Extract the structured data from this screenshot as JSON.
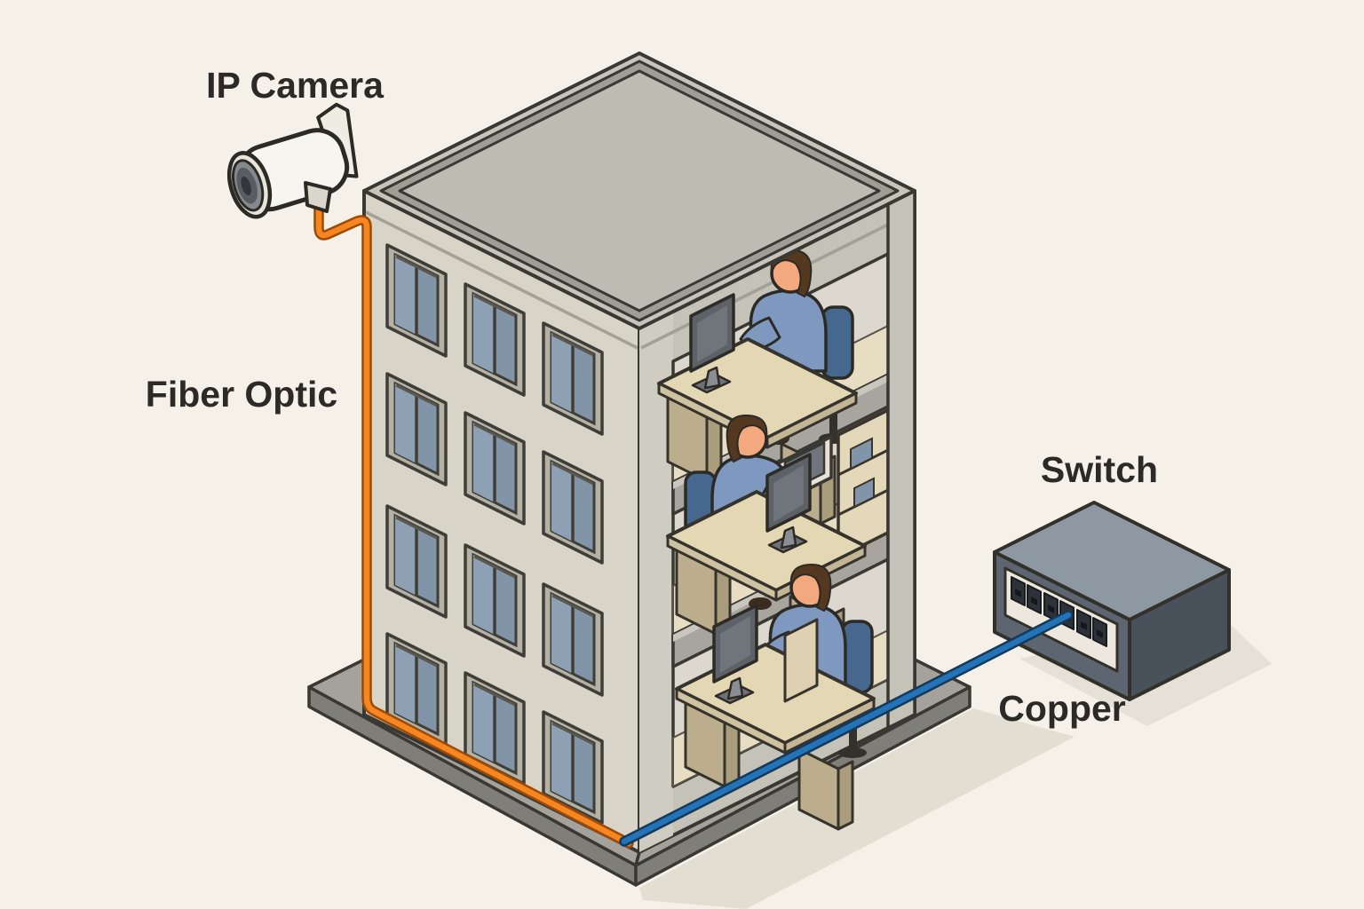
{
  "labels": {
    "ip_camera": "IP Camera",
    "fiber_optic": "Fiber Optic",
    "switch": "Switch",
    "copper": "Copper"
  },
  "colors": {
    "background": "#f6f1e8",
    "fiber_optic_cable": "#f6861f",
    "fiber_optic_outline": "#9c4a06",
    "copper_cable": "#2373b9",
    "copper_outline": "#16395a",
    "label_text": "#2b2a26",
    "building_wall": "#d8d4c8",
    "switch_body": "#8e98a2"
  },
  "building": {
    "floors": 3,
    "workers": 3,
    "window_columns": 3,
    "window_rows": 4
  },
  "switch": {
    "ports": 6
  }
}
